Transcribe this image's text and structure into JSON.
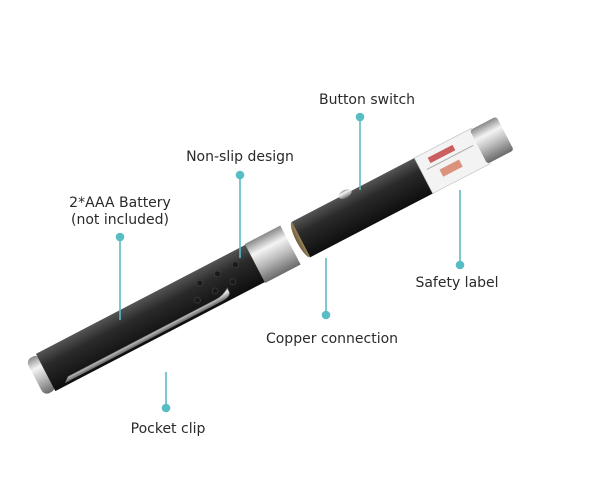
{
  "accent_color": "#58bcc4",
  "labels": {
    "button_switch": "Button switch",
    "non_slip": "Non-slip design",
    "battery_line1": "2*AAA Battery",
    "battery_line2": "(not included)",
    "safety_label": "Safety label",
    "copper_connection": "Copper connection",
    "pocket_clip": "Pocket clip"
  }
}
